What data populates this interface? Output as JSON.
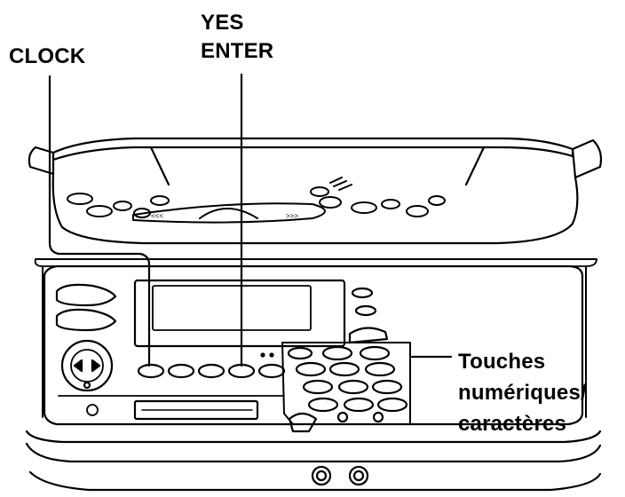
{
  "labels": {
    "clock": "CLOCK",
    "yes": "YES",
    "enter": "ENTER",
    "touches_line1": "Touches",
    "touches_line2": "numériques/",
    "touches_line3": "caractères"
  },
  "colors": {
    "stroke": "#000000",
    "background": "#ffffff"
  }
}
